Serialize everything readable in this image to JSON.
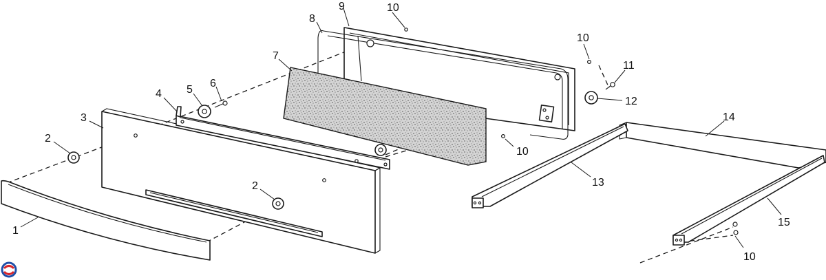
{
  "callouts": {
    "c1": "1",
    "c2a": "2",
    "c2b": "2",
    "c3": "3",
    "c4": "4",
    "c5": "5",
    "c6": "6",
    "c7": "7",
    "c8": "8",
    "c9": "9",
    "c10a": "10",
    "c10b": "10",
    "c10c": "10",
    "c10d": "10",
    "c11": "11",
    "c12": "12",
    "c13": "13",
    "c14": "14",
    "c15": "15"
  },
  "colors": {
    "line": "#1a1a1a",
    "insulation": "#c8c8c8",
    "logo_blue": "#1f4fa8",
    "logo_red": "#d6262c"
  },
  "icons": {
    "brand_logo": "swirl-logo-icon"
  }
}
